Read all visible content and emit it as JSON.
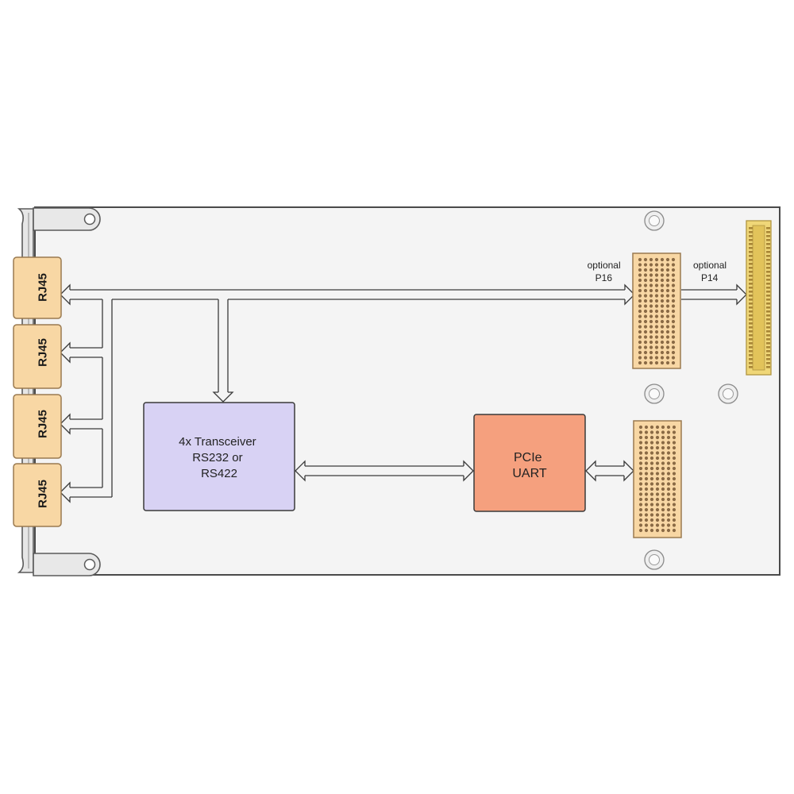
{
  "colors": {
    "board_fill": "#f4f4f4",
    "board_stroke": "#4a4a4a",
    "connector_fill": "#f8d7a4",
    "connector_stroke": "#9a7a50",
    "transceiver_fill": "#d8d2f4",
    "uart_fill": "#f5a07e",
    "pin": "#8a6a45",
    "pmc_gold": "#f0d778"
  },
  "connectors": [
    {
      "label": "RJ45"
    },
    {
      "label": "RJ45"
    },
    {
      "label": "RJ45"
    },
    {
      "label": "RJ45"
    }
  ],
  "blocks": {
    "transceiver": {
      "lines": [
        "4x Transceiver",
        "RS232 or",
        "RS422"
      ]
    },
    "uart": {
      "lines": [
        "PCIe",
        "UART"
      ]
    }
  },
  "labels": {
    "p16": {
      "line1": "optional",
      "line2": "P16"
    },
    "p14": {
      "line1": "optional",
      "line2": "P14"
    }
  }
}
